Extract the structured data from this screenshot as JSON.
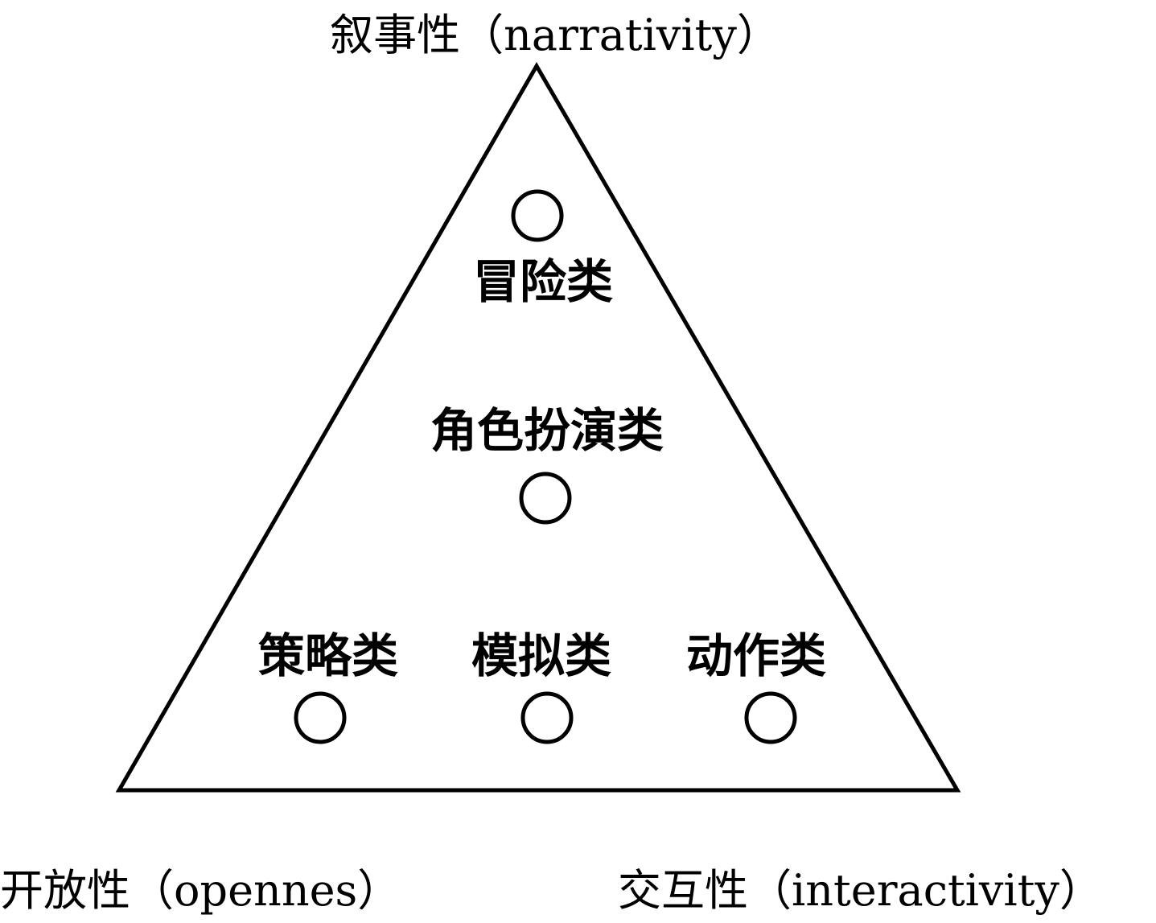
{
  "axes": {
    "top": "叙事性（narrativity）",
    "bottom_left": "开放性（opennes）",
    "bottom_right": "交互性（interactivity）"
  },
  "categories": {
    "adventure": "冒险类",
    "role_playing": "角色扮演类",
    "strategy": "策略类",
    "simulation": "模拟类",
    "action": "动作类"
  },
  "colors": {
    "stroke": "#000000",
    "background": "#ffffff"
  }
}
